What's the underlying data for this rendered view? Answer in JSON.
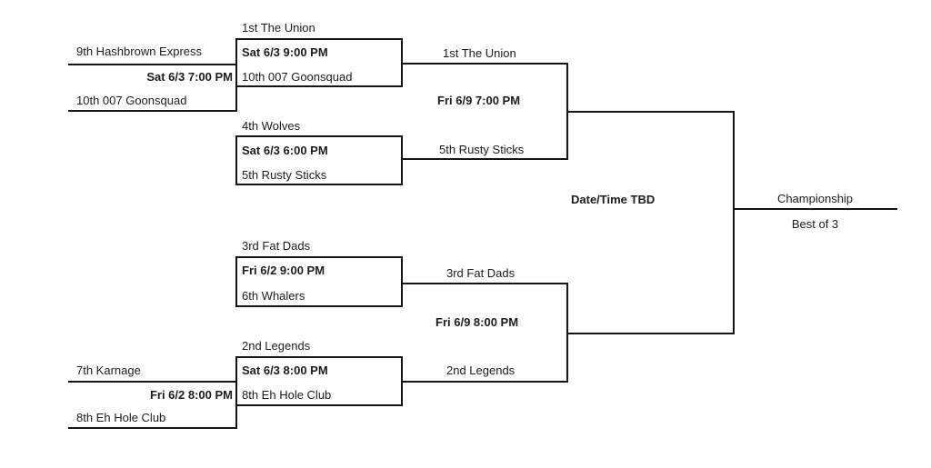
{
  "page": {
    "background_color": "#ffffff",
    "line_color": "#141414",
    "text_color": "#1c1c1c"
  },
  "bracket": {
    "round1": [
      {
        "top_team": "9th Hashbrown Express",
        "datetime": "Sat 6/3 7:00 PM",
        "bottom_team": "10th 007 Goonsquad"
      },
      {
        "top_team": "7th Karnage",
        "datetime": "Fri 6/2 8:00 PM",
        "bottom_team": "8th Eh Hole Club"
      }
    ],
    "quarterfinals": [
      {
        "top_team": "1st The Union",
        "datetime": "Sat 6/3 9:00 PM",
        "bottom_team": "10th 007 Goonsquad"
      },
      {
        "top_team": "4th Wolves",
        "datetime": "Sat 6/3 6:00 PM",
        "bottom_team": "5th Rusty Sticks"
      },
      {
        "top_team": "3rd Fat Dads",
        "datetime": "Fri 6/2 9:00 PM",
        "bottom_team": "6th Whalers"
      },
      {
        "top_team": "2nd Legends",
        "datetime": "Sat 6/3 8:00 PM",
        "bottom_team": "8th Eh Hole Club"
      }
    ],
    "semifinals": [
      {
        "top_team": "1st The Union",
        "datetime": "Fri 6/9 7:00 PM",
        "bottom_team": "5th Rusty Sticks"
      },
      {
        "top_team": "3rd Fat Dads",
        "datetime": "Fri 6/9 8:00 PM",
        "bottom_team": "2nd Legends"
      }
    ],
    "final": {
      "datetime_label": "Date/Time TBD",
      "title": "Championship",
      "series_format": "Best of 3"
    }
  }
}
